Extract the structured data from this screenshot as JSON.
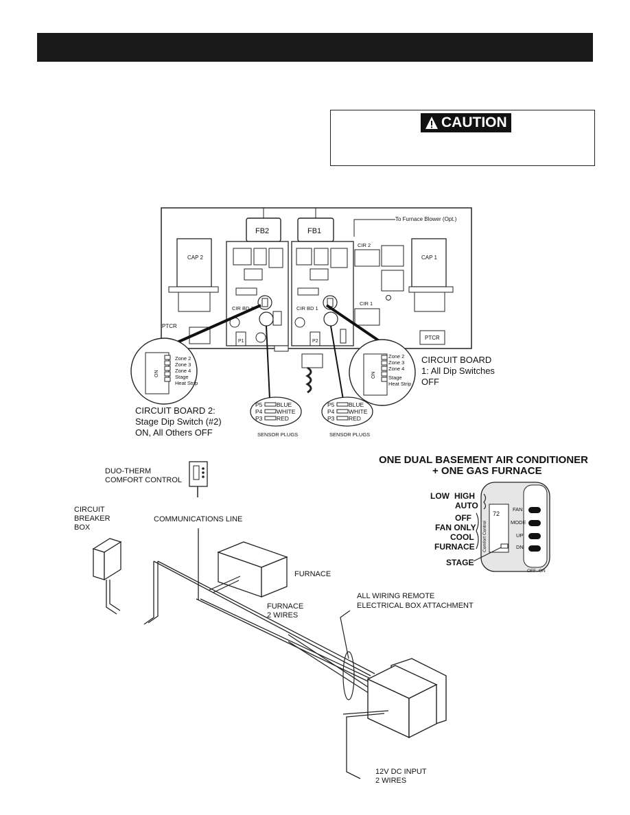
{
  "caution": {
    "label": "CAUTION",
    "icon": "warning-triangle-icon"
  },
  "board": {
    "fb2": "FB2",
    "fb1": "FB1",
    "to_furnace_blower": "To Furnace Blower (Opt.)",
    "cap2": "CAP 2",
    "cap1": "CAP 1",
    "cir2": "CIR 2",
    "cir1": "CIR 1",
    "cir_bd2": "CIR BD 2",
    "cir_bd1": "CIR BD 1",
    "ptcr_left": "PTCR",
    "ptcr_right": "PTCR",
    "p1": "P1",
    "p2": "P2"
  },
  "dip_left": {
    "labels": [
      "Zone 2",
      "Zone 3",
      "Zone 4",
      "Stage",
      "Heat Strip"
    ],
    "on": "ON",
    "caption_lines": [
      "CIRCUIT BOARD 2:",
      "Stage Dip Switch (#2)",
      "ON, All Others OFF"
    ]
  },
  "dip_right": {
    "labels": [
      "Zone 2",
      "Zone 3",
      "Zone 4",
      "Stage",
      "Heat Strip"
    ],
    "on": "ON",
    "caption_lines": [
      "CIRCUIT BOARD",
      "1: All Dip Switches",
      "OFF"
    ]
  },
  "sensor_left": {
    "rows": [
      [
        "P5",
        "BLUE"
      ],
      [
        "P4",
        "WHITE"
      ],
      [
        "P3",
        "RED"
      ]
    ],
    "caption": "SENSOR PLUGS"
  },
  "sensor_right": {
    "rows": [
      [
        "P5",
        "BLUE"
      ],
      [
        "P4",
        "WHITE"
      ],
      [
        "P3",
        "RED"
      ]
    ],
    "caption": "SENSOR PLUGS"
  },
  "system": {
    "title_line1": "ONE DUAL BASEMENT AIR CONDITIONER",
    "title_line2": "+ ONE GAS FURNACE",
    "duo_therm_line1": "DUO-THERM",
    "duo_therm_line2": "COMFORT CONTROL",
    "breaker_line1": "CIRCUIT",
    "breaker_line2": "BREAKER",
    "breaker_line3": "BOX",
    "communications_line": "COMMUNICATIONS LINE",
    "furnace": "FURNACE",
    "furnace_wires_line1": "FURNACE",
    "furnace_wires_line2": "2 WIRES",
    "remote_box_line1": "ALL WIRING REMOTE",
    "remote_box_line2": "ELECTRICAL BOX ATTACHMENT",
    "dc_input_line1": "12V DC INPUT",
    "dc_input_line2": "2 WIRES"
  },
  "thermostat": {
    "low": "LOW",
    "high": "HIGH",
    "auto": "AUTO",
    "off": "OFF",
    "fan_only": "FAN ONLY",
    "cool": "COOL",
    "furnace": "FURNACE",
    "stage": "STAGE",
    "buttons": [
      "FAN",
      "MODE",
      "UP",
      "DN"
    ],
    "display_value": "72",
    "brand": "Comfort Control",
    "switch_off": "OFF",
    "switch_on": "ON"
  }
}
